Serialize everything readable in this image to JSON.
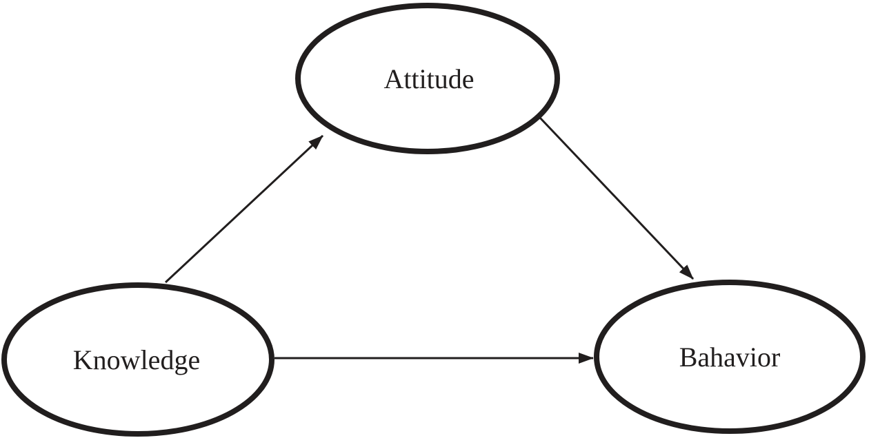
{
  "diagram": {
    "type": "concept-model",
    "nodes": {
      "attitude": {
        "label": "Attitude"
      },
      "knowledge": {
        "label": "Knowledge"
      },
      "bahavior": {
        "label": "Bahavior"
      }
    },
    "edges": [
      {
        "from": "knowledge",
        "to": "attitude",
        "style": "arrow"
      },
      {
        "from": "attitude",
        "to": "bahavior",
        "style": "arrow"
      },
      {
        "from": "knowledge",
        "to": "bahavior",
        "style": "arrow"
      }
    ],
    "colors": {
      "ink": "#211e1e",
      "background": "#ffffff"
    }
  }
}
